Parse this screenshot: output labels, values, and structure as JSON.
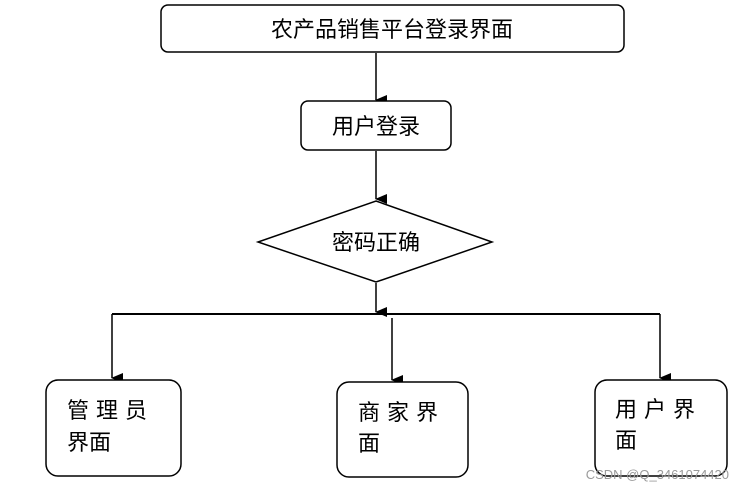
{
  "diagram": {
    "title_box": "农产品销售平台登录界面",
    "login_box": "用户登录",
    "decision": "密码正确",
    "targets": [
      {
        "line1": "管 理 员",
        "line2": "界面"
      },
      {
        "line1": "商 家 界",
        "line2": "面"
      },
      {
        "line1": "用 户 界",
        "line2": "面"
      }
    ]
  },
  "watermark": "CSDN @Q_3461074420"
}
